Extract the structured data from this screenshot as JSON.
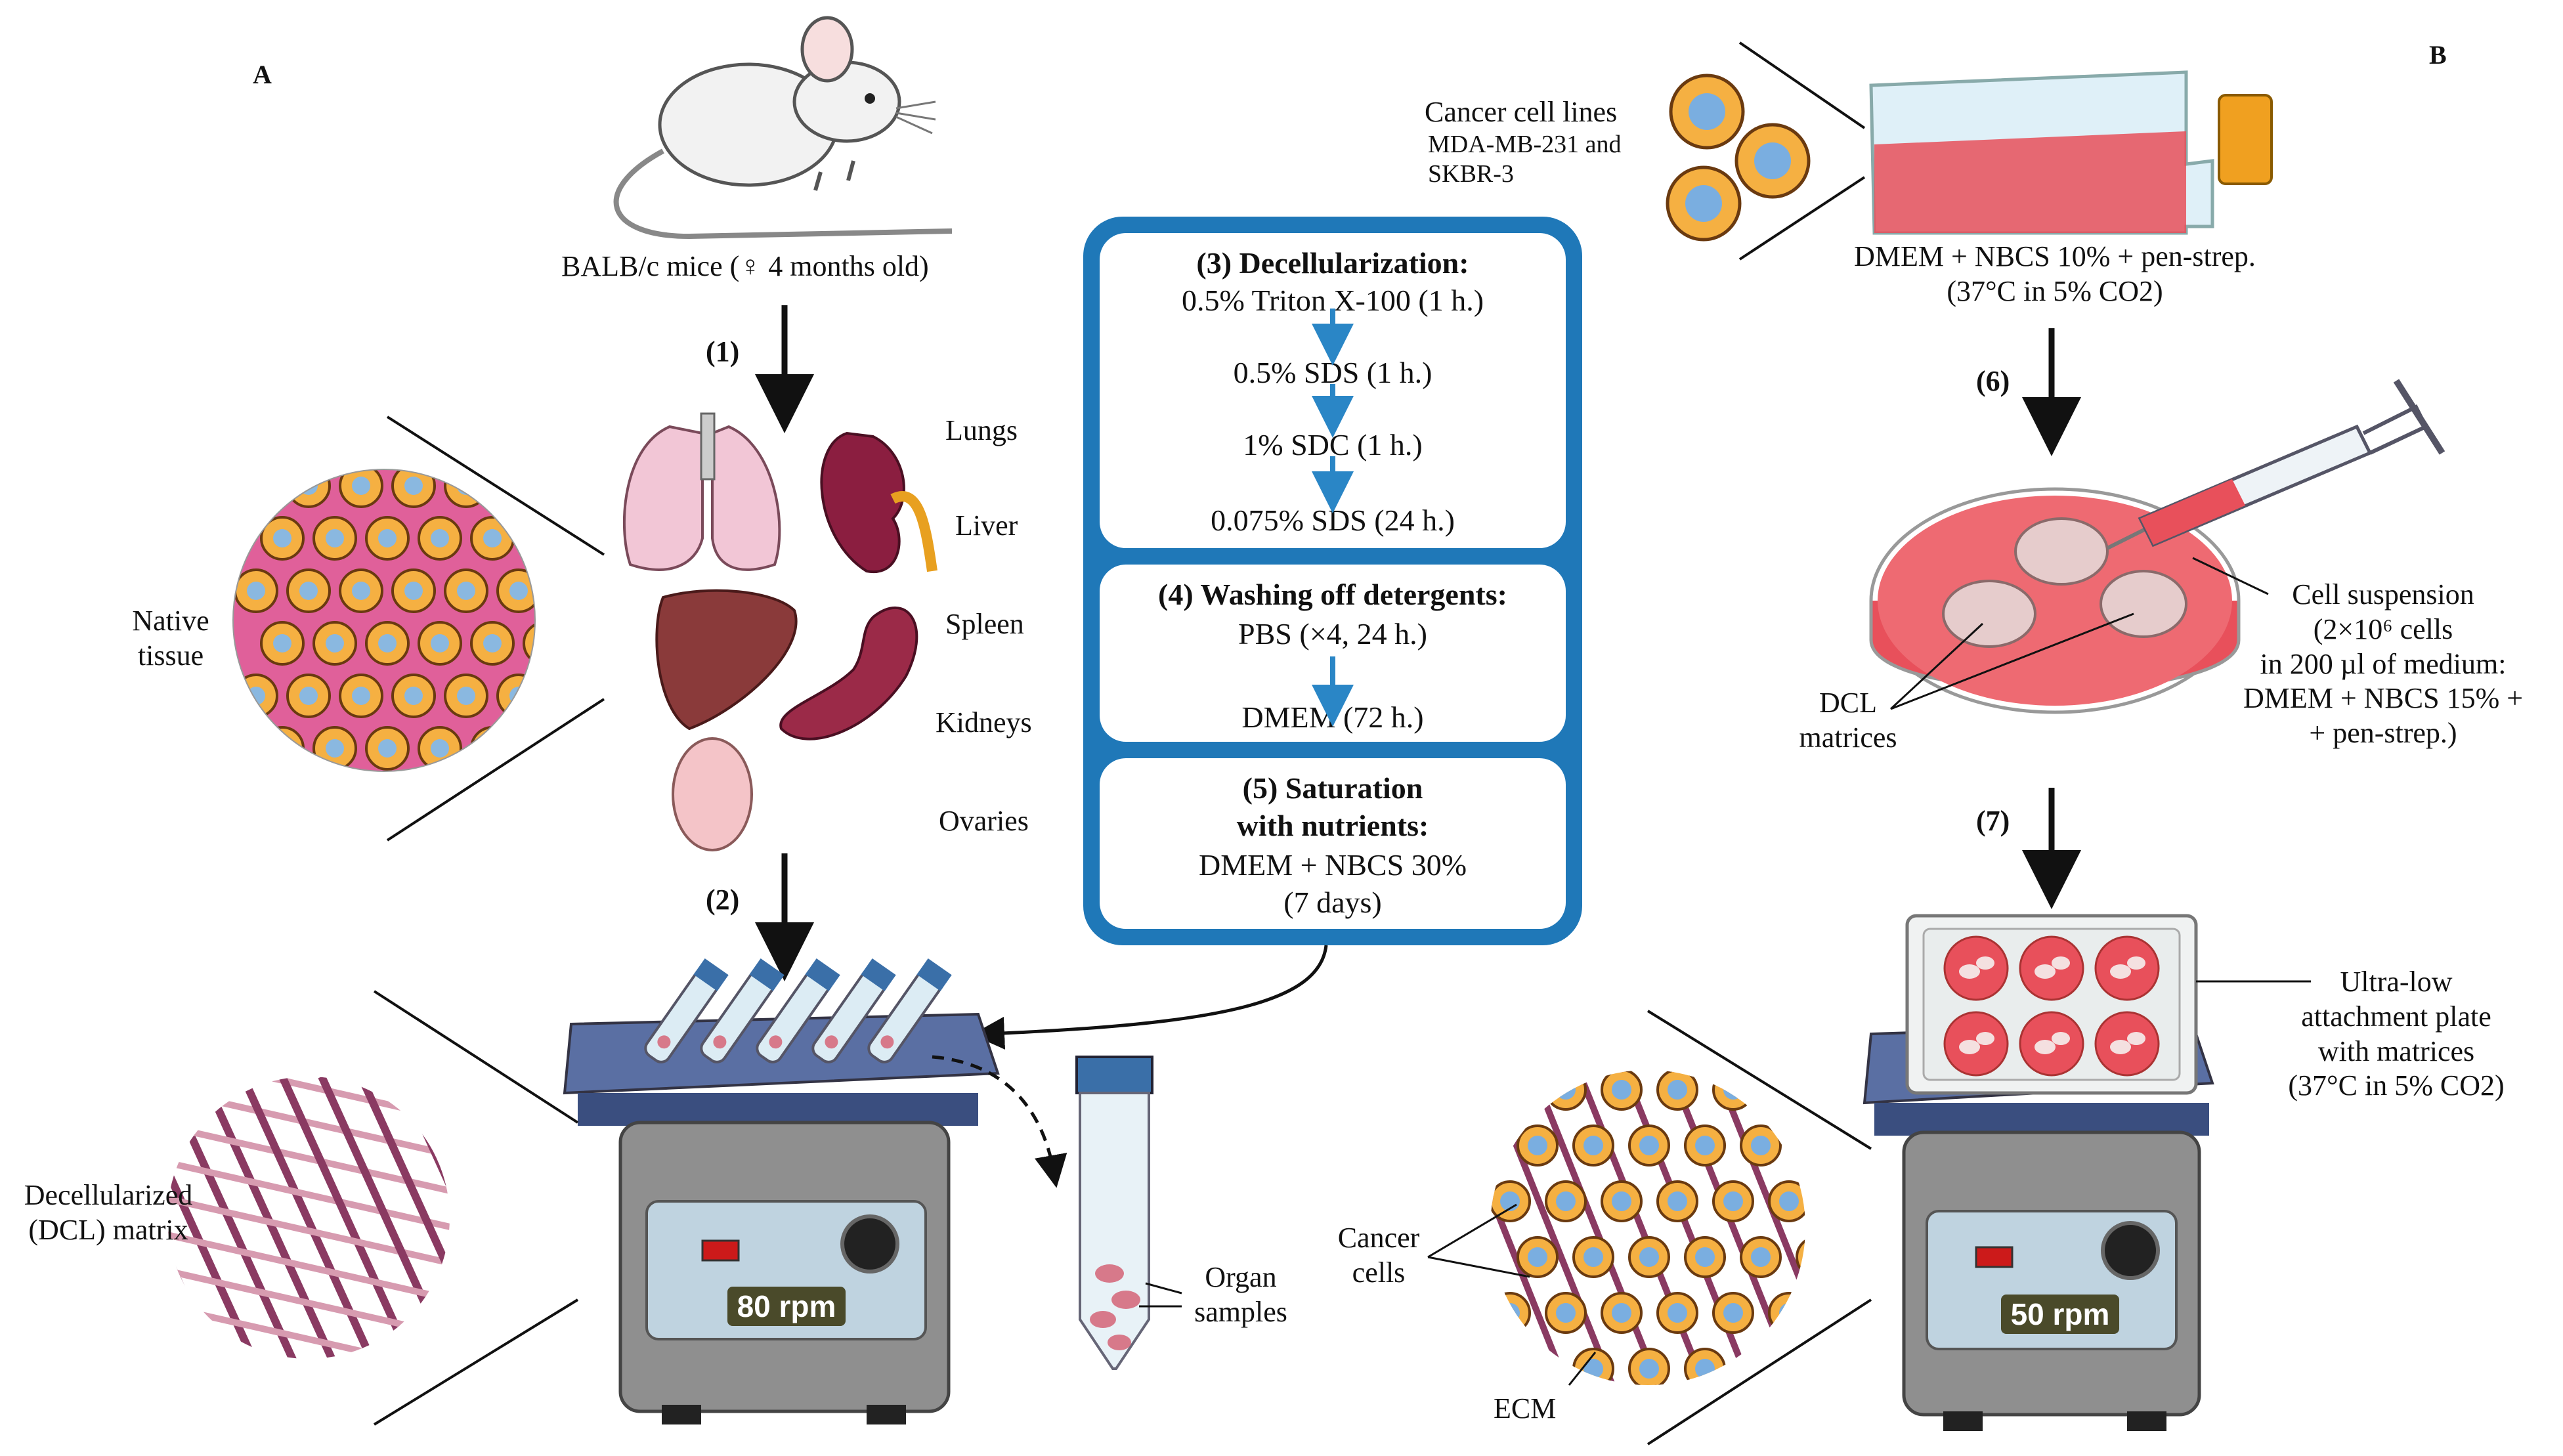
{
  "panels": {
    "a": "A",
    "b": "B"
  },
  "left": {
    "mouse_label": "BALB/c mice (♀ 4 months old)",
    "step1": "(1)",
    "step2": "(2)",
    "organs": [
      "Lungs",
      "Liver",
      "Spleen",
      "Kidneys",
      "Ovaries"
    ],
    "native_tissue": [
      "Native",
      "tissue"
    ],
    "dcl_matrix": [
      "Decellularized",
      "(DCL) matrix"
    ],
    "shaker_rpm": "80 rpm",
    "organ_samples": [
      "Organ",
      "samples"
    ]
  },
  "protocol": {
    "decell": {
      "title": "(3) Decellularization:",
      "steps": [
        "0.5% Triton X-100 (1 h.)",
        "0.5% SDS (1 h.)",
        "1% SDC (1 h.)",
        "0.075% SDS (24 h.)"
      ]
    },
    "washing": {
      "title": "(4) Washing off detergents:",
      "steps": [
        "PBS (×4, 24 h.)",
        "DMEM (72 h.)"
      ]
    },
    "saturation": {
      "title_line1": "(5) Saturation",
      "title_line2": "with nutrients:",
      "steps": [
        "DMEM + NBCS 30%",
        "(7 days)"
      ]
    }
  },
  "right": {
    "cell_lines": [
      "Cancer cell lines",
      "MDA-MB-231 and",
      "SKBR-3"
    ],
    "flask_medium": [
      "DMEM + NBCS 10% + pen-strep.",
      "(37°C in 5% CO2)"
    ],
    "step6": "(6)",
    "step7": "(7)",
    "cell_suspension": [
      "Cell suspension",
      "(2×10⁶ cells",
      "in 200 µl of medium:",
      "DMEM + NBCS 15% +",
      "+ pen-strep.)"
    ],
    "dcl_matrices": [
      "DCL",
      "matrices"
    ],
    "plate": [
      "Ultra-low",
      "attachment plate",
      "with matrices",
      "(37°C in 5% CO2)"
    ],
    "cancer_cells": [
      "Cancer",
      "cells"
    ],
    "ecm": "ECM",
    "shaker_rpm": "50 rpm"
  },
  "colors": {
    "box_border": "#1f78b8",
    "arrow_blue": "#2a86c6",
    "medium_red": "#e8505b",
    "cell_orange": "#f5b042",
    "matrix_purple": "#8a3a62"
  }
}
